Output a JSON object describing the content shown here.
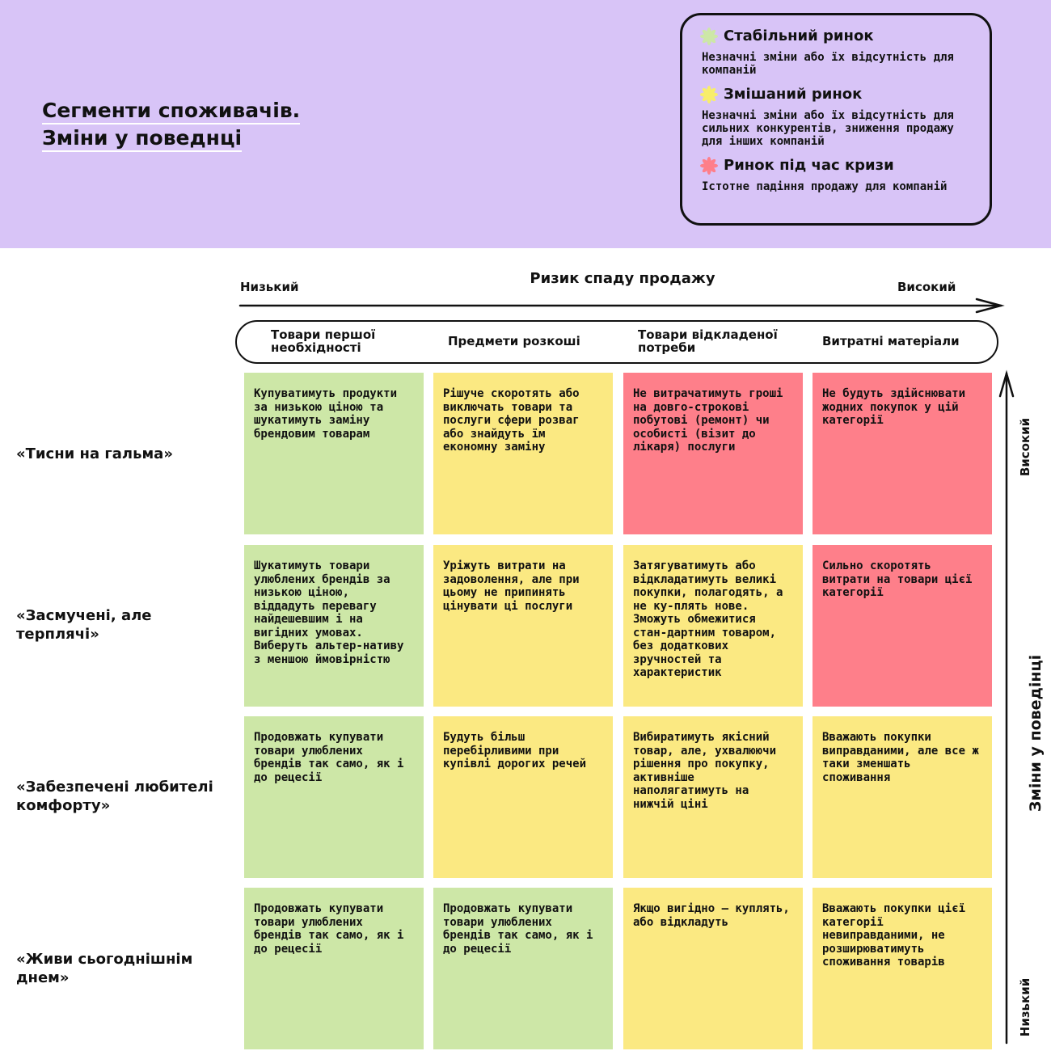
{
  "title": {
    "line1": "Сегменти споживачів.",
    "line2": "Зміни у поведнці"
  },
  "legend": [
    {
      "name": "Стабільний ринок",
      "desc": "Незначні зміни або їх відсутність для компаній",
      "color": "#cde7a7"
    },
    {
      "name": "Змішаний ринок",
      "desc": "Незначні зміни або їх відсутність для сильних конкурентів, зниження продажу для інших компаній",
      "color": "#f8ee6b"
    },
    {
      "name": "Ринок під час кризи",
      "desc": "Істотне падіння продажу для компаній",
      "color": "#fe7f8a"
    }
  ],
  "x_axis": {
    "title": "Ризик спаду продажу",
    "low": "Низький",
    "high": "Високий"
  },
  "y_axis": {
    "title": "Зміни у поведінці",
    "low": "Низький",
    "high": "Високий"
  },
  "categories": [
    "Товари першої необхідності",
    "Предмети розкоші",
    "Товари відкладеної потреби",
    "Витратні матеріали"
  ],
  "segments": [
    "«Тисни на гальма»",
    "«Засмучені, але терплячі»",
    "«Забезпечені любителі комфорту»",
    "«Живи сьогоднішнім днем»"
  ],
  "rows": [
    [
      {
        "level": "green",
        "text": "Купуватимуть продукти за низькою ціною та шукатимуть заміну брендовим товарам"
      },
      {
        "level": "yellow",
        "text": "Рішуче скоротять або виключать товари та послуги сфери розваг або знайдуть їм економну заміну"
      },
      {
        "level": "red",
        "text": "Не витрачатимуть гроші на довго-строкові побутові (ремонт) чи особисті (візит до лікаря) послуги"
      },
      {
        "level": "red",
        "text": "Не будуть здійснювати жодних покупок у цій категорії"
      }
    ],
    [
      {
        "level": "green",
        "text": "Шукатимуть товари улюблених брендів за низькою ціною, віддадуть перевагу найдешевшим і на вигідних умовах. Виберуть альтер-нативу з меншою ймовірністю"
      },
      {
        "level": "yellow",
        "text": "Уріжуть витрати на задоволення, але при цьому не припинять цінувати ці послуги"
      },
      {
        "level": "yellow",
        "text": "Затягуватимуть або відкладатимуть великі покупки, полагодять, а не ку-плять нове. Зможуть обмежитися стан-дартним товаром, без додаткових зручностей та характеристик"
      },
      {
        "level": "red",
        "text": "Сильно скоротять витрати на товари цієї категорії"
      }
    ],
    [
      {
        "level": "green",
        "text": "Продовжать купувати товари улюблених брендів так само, як і до рецесії"
      },
      {
        "level": "yellow",
        "text": "Будуть більш перебірливими при купівлі дорогих речей"
      },
      {
        "level": "yellow",
        "text": "Вибиратимуть якісний товар, але, ухвалюючи рішення про покупку, активніше наполягатимуть на нижчій ціні"
      },
      {
        "level": "yellow",
        "text": "Вважають покупки виправданими, але все ж таки зменшать споживання"
      }
    ],
    [
      {
        "level": "green",
        "text": "Продовжать купувати товари улюблених брендів так само, як і до рецесії"
      },
      {
        "level": "green",
        "text": "Продовжать купувати товари улюблених брендів так само, як і до рецесії"
      },
      {
        "level": "yellow",
        "text": "Якщо вигідно — куплять, або відкладуть"
      },
      {
        "level": "yellow",
        "text": "Вважають покупки цієї категорії невиправданими, не розширюватимуть споживання товарів"
      }
    ]
  ]
}
